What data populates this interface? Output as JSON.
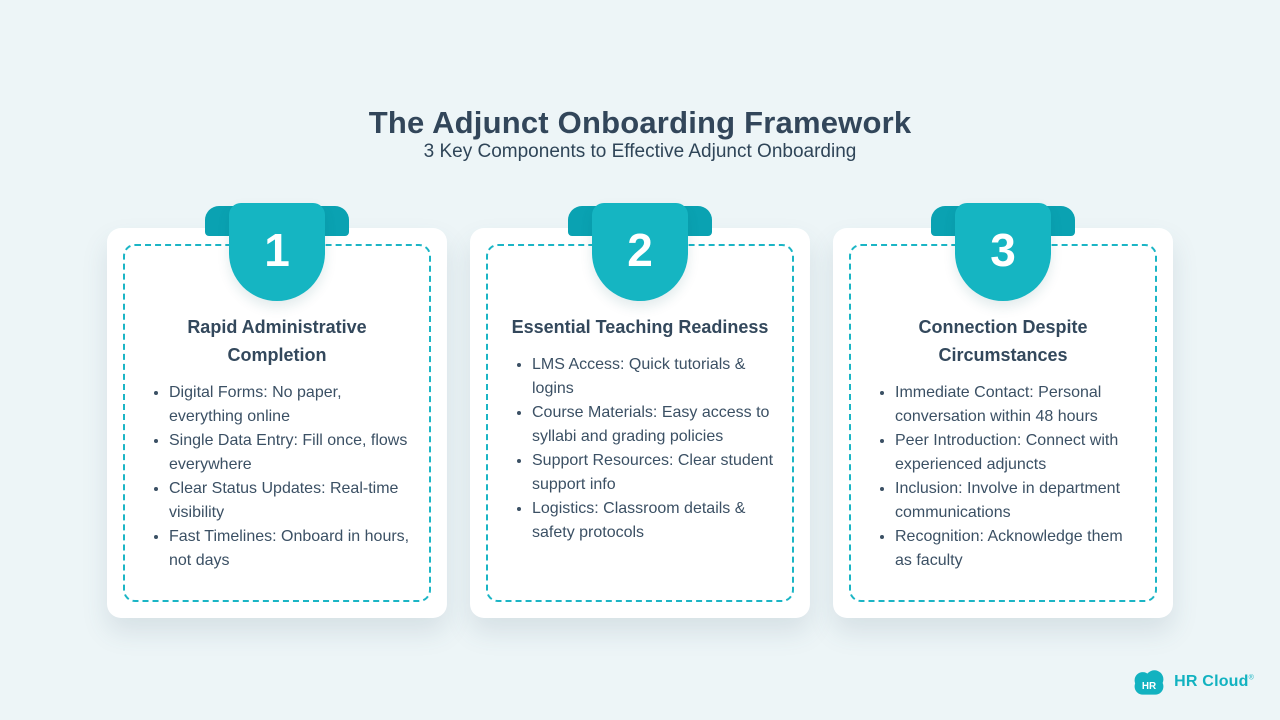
{
  "page": {
    "title": "The Adjunct Onboarding Framework",
    "subtitle": "3 Key Components to Effective Adjunct Onboarding"
  },
  "colors": {
    "background": "#edf5f7",
    "heading_text": "#32465a",
    "body_text": "#3b5064",
    "ribbon_teal": "#15b5c2",
    "ribbon_tab_teal": "#0aa2b2",
    "dashed_border_teal": "#1bb5c5",
    "card_background": "#ffffff",
    "logo_teal": "#12b2c0"
  },
  "cards": [
    {
      "number": "1",
      "heading": "Rapid Administrative Completion",
      "bullets": [
        "Digital Forms: No paper, everything online",
        "Single Data Entry: Fill once, flows everywhere",
        "Clear Status Updates: Real-time visibility",
        "Fast Timelines: Onboard in hours, not days"
      ]
    },
    {
      "number": "2",
      "heading": "Essential Teaching Readiness",
      "bullets": [
        "LMS Access: Quick tutorials & logins",
        "Course Materials: Easy access to syllabi and grading policies",
        "Support Resources: Clear student support info",
        "Logistics: Classroom details & safety protocols"
      ]
    },
    {
      "number": "3",
      "heading": "Connection Despite Circumstances",
      "bullets": [
        "Immediate Contact: Personal conversation within 48 hours",
        "Peer Introduction: Connect with experienced adjuncts",
        "Inclusion: Involve in department communications",
        "Recognition: Acknowledge them as faculty"
      ]
    }
  ],
  "logo": {
    "icon_text": "HR",
    "wordmark": "HR Cloud",
    "registered_mark": "®"
  }
}
